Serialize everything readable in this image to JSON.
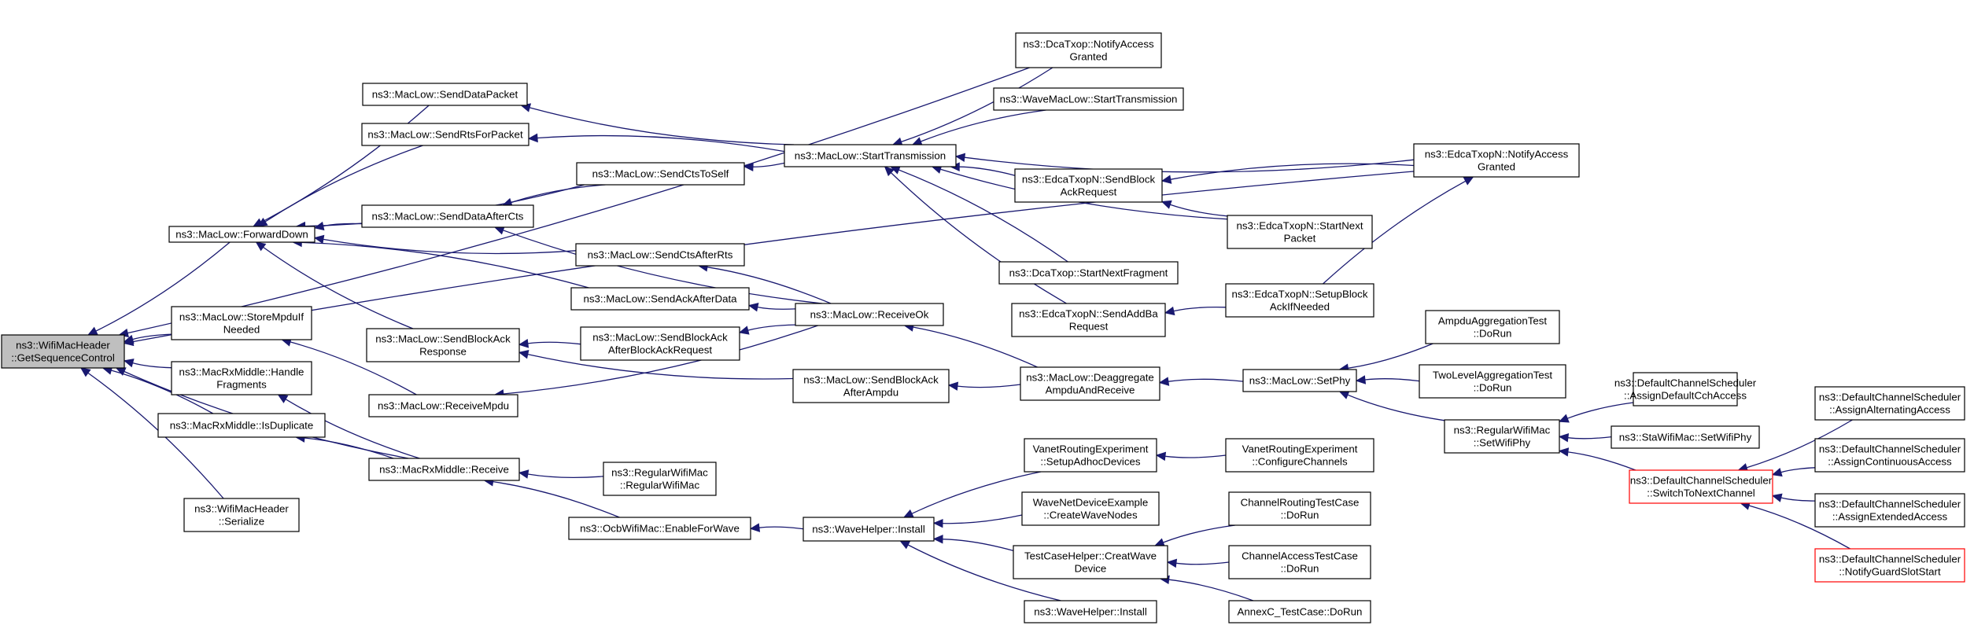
{
  "graph": {
    "nodes": [
      {
        "id": "root",
        "lines": [
          "ns3::WifiMacHeader",
          "::GetSequenceControl"
        ],
        "style": "root"
      },
      {
        "id": "forwardDown",
        "lines": [
          "ns3::MacLow::ForwardDown"
        ]
      },
      {
        "id": "storeMpdu",
        "lines": [
          "ns3::MacLow::StoreMpduIf",
          "Needed"
        ]
      },
      {
        "id": "handleFrag",
        "lines": [
          "ns3::MacRxMiddle::Handle",
          "Fragments"
        ]
      },
      {
        "id": "isDup",
        "lines": [
          "ns3::MacRxMiddle::IsDuplicate"
        ]
      },
      {
        "id": "serialize",
        "lines": [
          "ns3::WifiMacHeader",
          "::Serialize"
        ]
      },
      {
        "id": "sendDataPacket",
        "lines": [
          "ns3::MacLow::SendDataPacket"
        ]
      },
      {
        "id": "sendRts",
        "lines": [
          "ns3::MacLow::SendRtsForPacket"
        ]
      },
      {
        "id": "sendDataAfterCts",
        "lines": [
          "ns3::MacLow::SendDataAfterCts"
        ]
      },
      {
        "id": "sendBlockAckResp",
        "lines": [
          "ns3::MacLow::SendBlockAck",
          "Response"
        ]
      },
      {
        "id": "receiveMpdu",
        "lines": [
          "ns3::MacLow::ReceiveMpdu"
        ]
      },
      {
        "id": "rxMiddleReceive",
        "lines": [
          "ns3::MacRxMiddle::Receive"
        ]
      },
      {
        "id": "sendCtsToSelf",
        "lines": [
          "ns3::MacLow::SendCtsToSelf"
        ]
      },
      {
        "id": "sendCtsAfterRts",
        "lines": [
          "ns3::MacLow::SendCtsAfterRts"
        ]
      },
      {
        "id": "sendAckAfterData",
        "lines": [
          "ns3::MacLow::SendAckAfterData"
        ]
      },
      {
        "id": "sendBAAfterBAR",
        "lines": [
          "ns3::MacLow::SendBlockAck",
          "AfterBlockAckRequest"
        ]
      },
      {
        "id": "regWifiMac",
        "lines": [
          "ns3::RegularWifiMac",
          "::RegularWifiMac"
        ]
      },
      {
        "id": "ocbEnable",
        "lines": [
          "ns3::OcbWifiMac::EnableForWave"
        ]
      },
      {
        "id": "startTx",
        "lines": [
          "ns3::MacLow::StartTransmission"
        ]
      },
      {
        "id": "receiveOk",
        "lines": [
          "ns3::MacLow::ReceiveOk"
        ]
      },
      {
        "id": "sendBAAfterAmpdu",
        "lines": [
          "ns3::MacLow::SendBlockAck",
          "AfterAmpdu"
        ]
      },
      {
        "id": "waveInstall",
        "lines": [
          "ns3::WaveHelper::Install"
        ]
      },
      {
        "id": "dcaNotify",
        "lines": [
          "ns3::DcaTxop::NotifyAccess",
          "Granted"
        ]
      },
      {
        "id": "waveMacStartTx",
        "lines": [
          "ns3::WaveMacLow::StartTransmission"
        ]
      },
      {
        "id": "edcaSendBAR",
        "lines": [
          "ns3::EdcaTxopN::SendBlock",
          "AckRequest"
        ]
      },
      {
        "id": "dcaStartNext",
        "lines": [
          "ns3::DcaTxop::StartNextFragment"
        ]
      },
      {
        "id": "edcaSendAddBa",
        "lines": [
          "ns3::EdcaTxopN::SendAddBa",
          "Request"
        ]
      },
      {
        "id": "deaggregate",
        "lines": [
          "ns3::MacLow::Deaggregate",
          "AmpduAndReceive"
        ]
      },
      {
        "id": "vanetSetup",
        "lines": [
          "VanetRoutingExperiment",
          "::SetupAdhocDevices"
        ]
      },
      {
        "id": "waveNetCreate",
        "lines": [
          "WaveNetDeviceExample",
          "::CreateWaveNodes"
        ]
      },
      {
        "id": "testCaseCreate",
        "lines": [
          "TestCaseHelper::CreatWave",
          "Device"
        ]
      },
      {
        "id": "waveInstall2",
        "lines": [
          "ns3::WaveHelper::Install"
        ]
      },
      {
        "id": "edcaNotify",
        "lines": [
          "ns3::EdcaTxopN::NotifyAccess",
          "Granted"
        ]
      },
      {
        "id": "edcaStartNext",
        "lines": [
          "ns3::EdcaTxopN::StartNext",
          "Packet"
        ]
      },
      {
        "id": "edcaSetupBA",
        "lines": [
          "ns3::EdcaTxopN::SetupBlock",
          "AckIfNeeded"
        ]
      },
      {
        "id": "setPhy",
        "lines": [
          "ns3::MacLow::SetPhy"
        ]
      },
      {
        "id": "vanetConfig",
        "lines": [
          "VanetRoutingExperiment",
          "::ConfigureChannels"
        ]
      },
      {
        "id": "chanRouting",
        "lines": [
          "ChannelRoutingTestCase",
          "::DoRun"
        ]
      },
      {
        "id": "chanAccess",
        "lines": [
          "ChannelAccessTestCase",
          "::DoRun"
        ]
      },
      {
        "id": "annexC",
        "lines": [
          "AnnexC_TestCase::DoRun"
        ]
      },
      {
        "id": "ampduTest",
        "lines": [
          "AmpduAggregationTest",
          "::DoRun"
        ]
      },
      {
        "id": "twoLevelTest",
        "lines": [
          "TwoLevelAggregationTest",
          "::DoRun"
        ]
      },
      {
        "id": "regSetWifiPhy",
        "lines": [
          "ns3::RegularWifiMac",
          "::SetWifiPhy"
        ]
      },
      {
        "id": "defAssignCch",
        "lines": [
          "ns3::DefaultChannelScheduler",
          "::AssignDefaultCchAccess"
        ]
      },
      {
        "id": "staSetWifiPhy",
        "lines": [
          "ns3::StaWifiMac::SetWifiPhy"
        ]
      },
      {
        "id": "defSwitch",
        "lines": [
          "ns3::DefaultChannelScheduler",
          "::SwitchToNextChannel"
        ],
        "style": "red"
      },
      {
        "id": "defAssignAlt",
        "lines": [
          "ns3::DefaultChannelScheduler",
          "::AssignAlternatingAccess"
        ]
      },
      {
        "id": "defAssignCont",
        "lines": [
          "ns3::DefaultChannelScheduler",
          "::AssignContinuousAccess"
        ]
      },
      {
        "id": "defAssignExt",
        "lines": [
          "ns3::DefaultChannelScheduler",
          "::AssignExtendedAccess"
        ]
      },
      {
        "id": "defNotifyGuard",
        "lines": [
          "ns3::DefaultChannelScheduler",
          "::NotifyGuardSlotStart"
        ],
        "style": "red"
      }
    ],
    "edges": [
      [
        "forwardDown",
        "root"
      ],
      [
        "storeMpdu",
        "root"
      ],
      [
        "handleFrag",
        "root"
      ],
      [
        "isDup",
        "root"
      ],
      [
        "rxMiddleReceive",
        "root"
      ],
      [
        "serialize",
        "root"
      ],
      [
        "dcaNotify",
        "root"
      ],
      [
        "edcaNotify",
        "root"
      ],
      [
        "sendDataPacket",
        "forwardDown"
      ],
      [
        "sendRts",
        "forwardDown"
      ],
      [
        "sendCtsToSelf",
        "forwardDown"
      ],
      [
        "sendDataAfterCts",
        "forwardDown"
      ],
      [
        "sendCtsAfterRts",
        "forwardDown"
      ],
      [
        "sendAckAfterData",
        "forwardDown"
      ],
      [
        "sendBlockAckResp",
        "forwardDown"
      ],
      [
        "receiveMpdu",
        "storeMpdu"
      ],
      [
        "rxMiddleReceive",
        "handleFrag"
      ],
      [
        "rxMiddleReceive",
        "isDup"
      ],
      [
        "regWifiMac",
        "rxMiddleReceive"
      ],
      [
        "ocbEnable",
        "rxMiddleReceive"
      ],
      [
        "startTx",
        "sendDataPacket"
      ],
      [
        "startTx",
        "sendRts"
      ],
      [
        "startTx",
        "sendCtsToSelf"
      ],
      [
        "sendCtsToSelf",
        "sendDataAfterCts"
      ],
      [
        "receiveOk",
        "sendDataAfterCts"
      ],
      [
        "receiveOk",
        "sendCtsAfterRts"
      ],
      [
        "receiveOk",
        "sendAckAfterData"
      ],
      [
        "sendBAAfterBAR",
        "sendBlockAckResp"
      ],
      [
        "sendBAAfterAmpdu",
        "sendBlockAckResp"
      ],
      [
        "receiveOk",
        "sendBAAfterBAR"
      ],
      [
        "receiveOk",
        "receiveMpdu"
      ],
      [
        "waveInstall",
        "ocbEnable"
      ],
      [
        "dcaNotify",
        "startTx"
      ],
      [
        "waveMacStartTx",
        "startTx"
      ],
      [
        "edcaNotify",
        "startTx"
      ],
      [
        "edcaSendBAR",
        "startTx"
      ],
      [
        "edcaStartNext",
        "startTx"
      ],
      [
        "dcaStartNext",
        "startTx"
      ],
      [
        "edcaSendAddBa",
        "startTx"
      ],
      [
        "deaggregate",
        "receiveOk"
      ],
      [
        "deaggregate",
        "sendBAAfterAmpdu"
      ],
      [
        "vanetSetup",
        "waveInstall"
      ],
      [
        "waveNetCreate",
        "waveInstall"
      ],
      [
        "testCaseCreate",
        "waveInstall"
      ],
      [
        "waveInstall2",
        "waveInstall"
      ],
      [
        "edcaNotify",
        "edcaSendBAR"
      ],
      [
        "edcaStartNext",
        "edcaSendBAR"
      ],
      [
        "edcaSetupBA",
        "edcaSendAddBa"
      ],
      [
        "edcaSetupBA",
        "edcaNotify"
      ],
      [
        "setPhy",
        "deaggregate"
      ],
      [
        "vanetConfig",
        "vanetSetup"
      ],
      [
        "chanRouting",
        "testCaseCreate"
      ],
      [
        "chanAccess",
        "testCaseCreate"
      ],
      [
        "annexC",
        "testCaseCreate"
      ],
      [
        "ampduTest",
        "setPhy"
      ],
      [
        "twoLevelTest",
        "setPhy"
      ],
      [
        "regSetWifiPhy",
        "setPhy"
      ],
      [
        "defAssignCch",
        "regSetWifiPhy"
      ],
      [
        "staSetWifiPhy",
        "regSetWifiPhy"
      ],
      [
        "defSwitch",
        "regSetWifiPhy"
      ],
      [
        "defAssignAlt",
        "defSwitch"
      ],
      [
        "defAssignCont",
        "defSwitch"
      ],
      [
        "defAssignExt",
        "defSwitch"
      ],
      [
        "defNotifyGuard",
        "defSwitch"
      ]
    ]
  }
}
